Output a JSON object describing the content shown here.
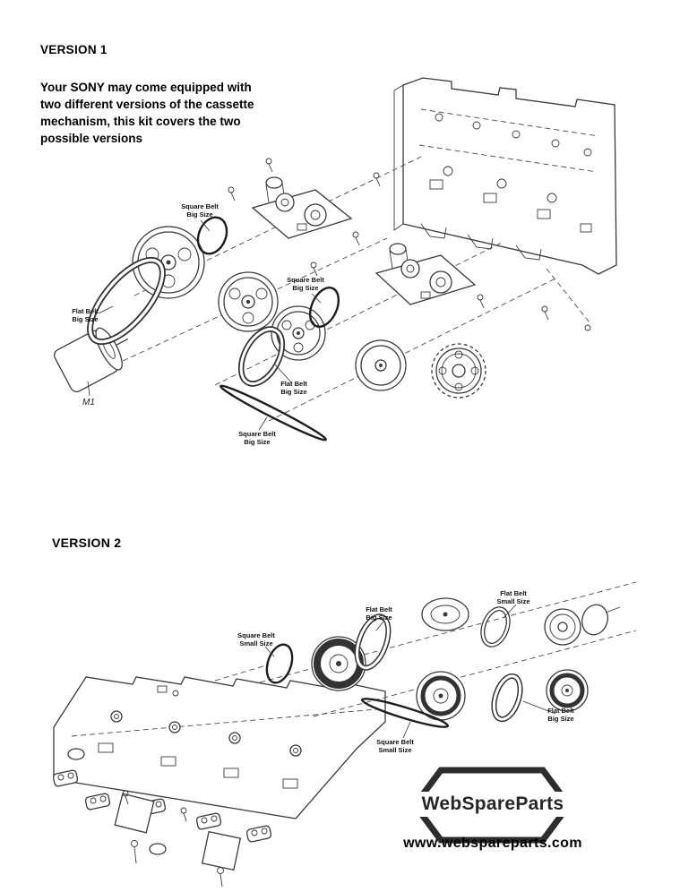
{
  "version1": {
    "title": "VERSION 1",
    "description": "Your SONY may come equipped with\ntwo different versions of the cassette\nmechanism, this kit covers the two\npossible versions",
    "labels": {
      "square_belt_1": "Square Belt\nBig Size",
      "flat_belt_1": "Flat Belt\nBig Size",
      "motor": "M1",
      "square_belt_2": "Square Belt\nBig Size",
      "flat_belt_2": "Flat Belt\nBig Size",
      "square_belt_3": "Square Belt\nBig Size"
    }
  },
  "version2": {
    "title": "VERSION 2",
    "labels": {
      "square_belt_small_1": "Square Belt\nSmall Size",
      "flat_belt_big_1": "Flat Belt\nBig Size",
      "flat_belt_small": "Flat Belt\nSmall Size",
      "square_belt_small_2": "Square Belt\nSmall Size",
      "flat_belt_big_2": "Flat Belt\nBig Size"
    }
  },
  "branding": {
    "logo": "WebSpareParts",
    "website": "www.webspareparts.com"
  },
  "colors": {
    "ink": "#3a3a3a",
    "text": "#000000"
  }
}
